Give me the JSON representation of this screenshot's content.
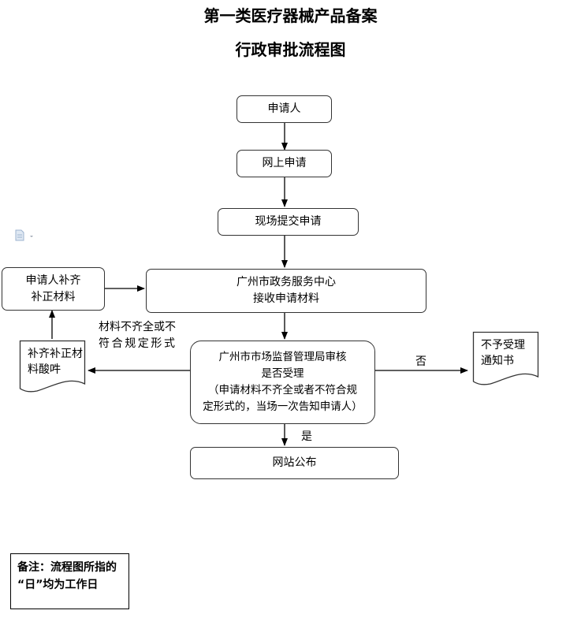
{
  "title_line1": "第一类医疗器械产品备案",
  "title_line2": "行政审批流程图",
  "nodes": {
    "applicant": "申请人",
    "online": "网上申请",
    "onsite": "现场提交申请",
    "center_l1": "广州市政务服务中心",
    "center_l2": "接收申请材料",
    "review_l1": "广州市市场监督管理局审核",
    "review_l2": "是否受理",
    "review_l3": "（申请材料不齐全或者不符合规",
    "review_l4": "定形式的，当场一次告知申请人）",
    "supplement_l1": "申请人补齐",
    "supplement_l2": "补正材料",
    "publish": "网站公布"
  },
  "documents": {
    "notice_l1": "补齐补正材",
    "notice_l2": "料酸吽",
    "reject_l1": "不予受理",
    "reject_l2": "通知书"
  },
  "labels": {
    "incomplete_l1": "材料不齐全或不",
    "incomplete_l2": "符合规定形式",
    "no": "否",
    "yes": "是"
  },
  "note_l1": "备注：流程图所指的",
  "note_l2": "“日”均为工作日"
}
